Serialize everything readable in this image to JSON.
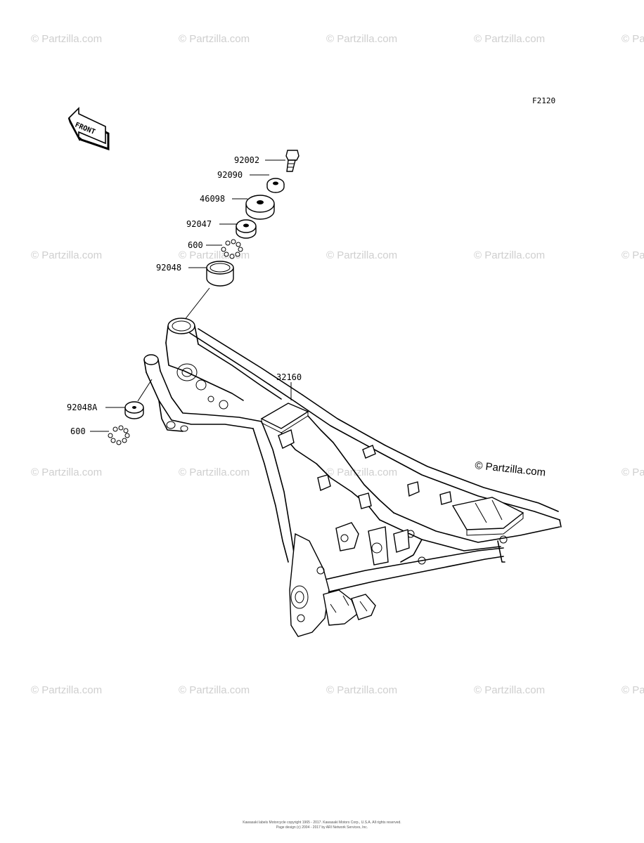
{
  "figure_code": "F2120",
  "front_label": "FRONT",
  "watermark_text": "© Partzilla.com",
  "brand_text": "© Partzilla.com",
  "copyright_lines": [
    "Kawasaki labels Motorcycle copyright 1965 - 2017. Kawasaki Motors Corp., U.S.A. All rights reserved.",
    "Page design (c) 2004 - 2017 by ARI Network Services, Inc."
  ],
  "parts": [
    {
      "id": "p92002",
      "number": "92002"
    },
    {
      "id": "p92090",
      "number": "92090"
    },
    {
      "id": "p46098",
      "number": "46098"
    },
    {
      "id": "p92047",
      "number": "92047"
    },
    {
      "id": "p600a",
      "number": "600"
    },
    {
      "id": "p92048",
      "number": "92048"
    },
    {
      "id": "p32160",
      "number": "32160"
    },
    {
      "id": "p92048A",
      "number": "92048A"
    },
    {
      "id": "p600b",
      "number": "600"
    }
  ]
}
